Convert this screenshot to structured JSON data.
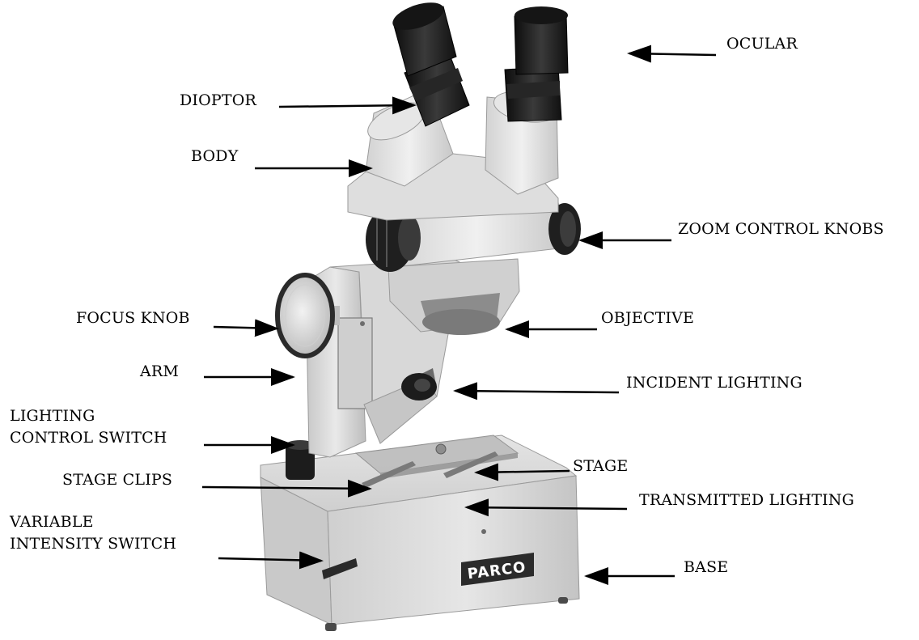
{
  "labels": {
    "ocular": "OCULAR",
    "dioptor": "DIOPTOR",
    "body": "BODY",
    "zoom_control_knobs": "ZOOM CONTROL KNOBS",
    "focus_knob": "FOCUS KNOB",
    "objective": "OBJECTIVE",
    "arm": "ARM",
    "incident_lighting": "INCIDENT LIGHTING",
    "lighting_control_switch_line1": "LIGHTING",
    "lighting_control_switch_line2": "CONTROL SWITCH",
    "stage_clips": "STAGE CLIPS",
    "stage": "STAGE",
    "transmitted_lighting": "TRANSMITTED LIGHTING",
    "variable_intensity_switch_line1": "VARIABLE",
    "variable_intensity_switch_line2": "INTENSITY SWITCH",
    "base": "BASE"
  },
  "brand_plate": "PARCO",
  "colors": {
    "ink": "#000000",
    "background": "#ffffff",
    "base_body": "#d9d9d9",
    "dark_parts": "#1a1a1a"
  }
}
